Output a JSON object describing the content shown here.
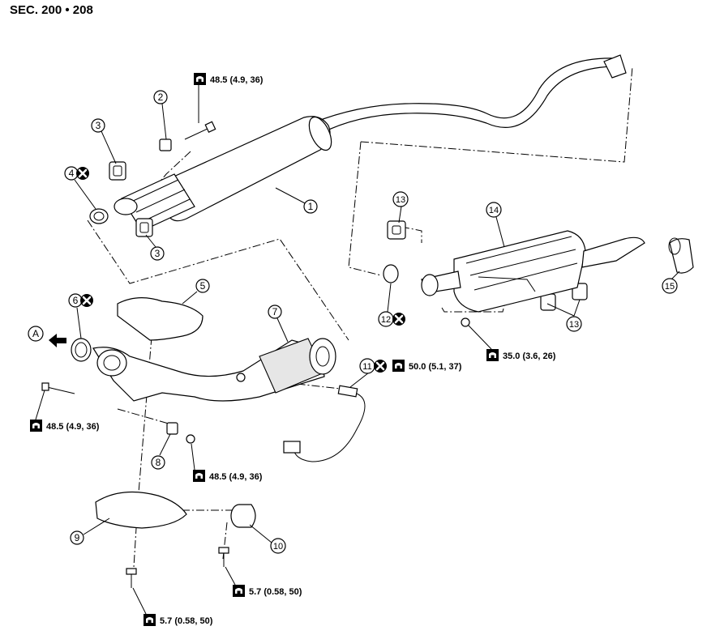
{
  "section": {
    "title": "SEC. 200 • 208"
  },
  "parts": [
    {
      "key": "p1",
      "number": "1"
    },
    {
      "key": "p2",
      "number": "2"
    },
    {
      "key": "p3a",
      "number": "3"
    },
    {
      "key": "p3b",
      "number": "3"
    },
    {
      "key": "p4",
      "number": "4"
    },
    {
      "key": "p5",
      "number": "5"
    },
    {
      "key": "p6",
      "number": "6"
    },
    {
      "key": "p7",
      "number": "7"
    },
    {
      "key": "p8",
      "number": "8"
    },
    {
      "key": "p9",
      "number": "9"
    },
    {
      "key": "p10",
      "number": "10"
    },
    {
      "key": "p11",
      "number": "11"
    },
    {
      "key": "p12",
      "number": "12"
    },
    {
      "key": "p13a",
      "number": "13"
    },
    {
      "key": "p13b",
      "number": "13"
    },
    {
      "key": "p14",
      "number": "14"
    },
    {
      "key": "p15",
      "number": "15"
    }
  ],
  "view_marker": {
    "letter": "A"
  },
  "torques": {
    "t1": "48.5 (4.9, 36)",
    "t2": "48.5 (4.9, 36)",
    "t3": "48.5 (4.9, 36)",
    "t4": "50.0 (5.1, 37)",
    "t5": "35.0 (3.6, 26)",
    "t6": "5.7 (0.58, 50)",
    "t7": "5.7 (0.58, 50)"
  },
  "icons": {
    "torque": "torque-wrench-icon",
    "replace": "do-not-reuse-icon",
    "direction": "arrow-left-icon"
  }
}
